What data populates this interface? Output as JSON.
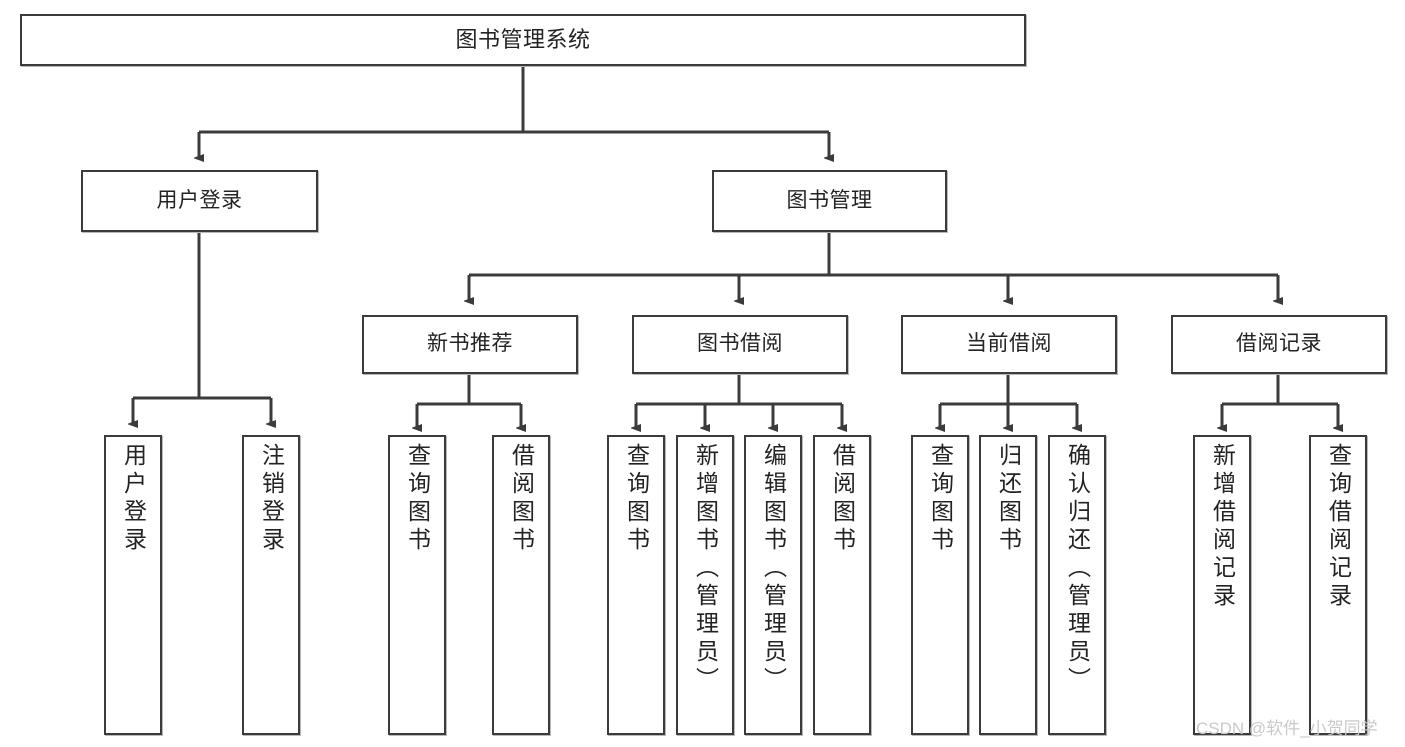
{
  "diagram": {
    "title": "图书管理系统",
    "type": "tree",
    "watermark": "CSDN @软件_小贺同学",
    "colors": {
      "stroke": "#3b3b3b",
      "fill": "#ffffff",
      "text": "#232323",
      "watermark": "#c9c9c9",
      "shadow": "#b9b9b9"
    },
    "nodes": {
      "root": {
        "label": "图书管理系统"
      },
      "level2": [
        {
          "id": "user-login",
          "label": "用户登录"
        },
        {
          "id": "book-manage",
          "label": "图书管理"
        }
      ],
      "level3": [
        {
          "id": "new-book-recommend",
          "label": "新书推荐"
        },
        {
          "id": "book-borrow",
          "label": "图书借阅"
        },
        {
          "id": "current-borrow",
          "label": "当前借阅"
        },
        {
          "id": "borrow-record",
          "label": "借阅记录"
        }
      ],
      "leaves": {
        "user_login": [
          {
            "id": "leaf-user-login",
            "label": "用户登录"
          },
          {
            "id": "leaf-logout-login",
            "label": "注销登录"
          }
        ],
        "new_book_recommend": [
          {
            "id": "leaf-query-book-1",
            "label": "查询图书"
          },
          {
            "id": "leaf-borrow-book-1",
            "label": "借阅图书"
          }
        ],
        "book_borrow": [
          {
            "id": "leaf-query-book-2",
            "label": "查询图书"
          },
          {
            "id": "leaf-add-book",
            "label": "新增图书（管理员）"
          },
          {
            "id": "leaf-edit-book",
            "label": "编辑图书（管理员）"
          },
          {
            "id": "leaf-borrow-book-2",
            "label": "借阅图书"
          }
        ],
        "current_borrow": [
          {
            "id": "leaf-query-book-3",
            "label": "查询图书"
          },
          {
            "id": "leaf-return-book",
            "label": "归还图书"
          },
          {
            "id": "leaf-confirm-return",
            "label": "确认归还（管理员）"
          }
        ],
        "borrow_record": [
          {
            "id": "leaf-add-record",
            "label": "新增借阅记录"
          },
          {
            "id": "leaf-query-record",
            "label": "查询借阅记录"
          }
        ]
      }
    }
  }
}
